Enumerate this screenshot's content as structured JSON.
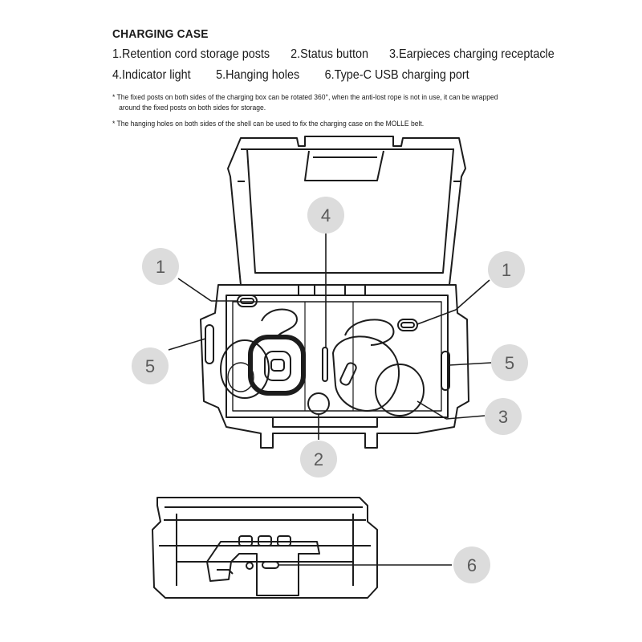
{
  "title": "CHARGING CASE",
  "parts": [
    {
      "num": "1",
      "label": "1.Retention cord storage posts"
    },
    {
      "num": "2",
      "label": "2.Status button"
    },
    {
      "num": "3",
      "label": "3.Earpieces charging receptacle"
    },
    {
      "num": "4",
      "label": "4.Indicator light"
    },
    {
      "num": "5",
      "label": "5.Hanging holes"
    },
    {
      "num": "6",
      "label": "6.Type-C USB charging port"
    }
  ],
  "notes": [
    {
      "line1": "* The fixed posts on both sides of the charging box can be rotated 360°, when the anti-lost rope is not in use, it can be wrapped",
      "line2": "around the fixed posts on both sides for storage."
    },
    {
      "line1": "* The hanging holes on both sides of the shell can be used to fix the charging case on the MOLLE belt."
    }
  ],
  "callouts": [
    "1",
    "1",
    "4",
    "5",
    "5",
    "3",
    "2",
    "6"
  ]
}
